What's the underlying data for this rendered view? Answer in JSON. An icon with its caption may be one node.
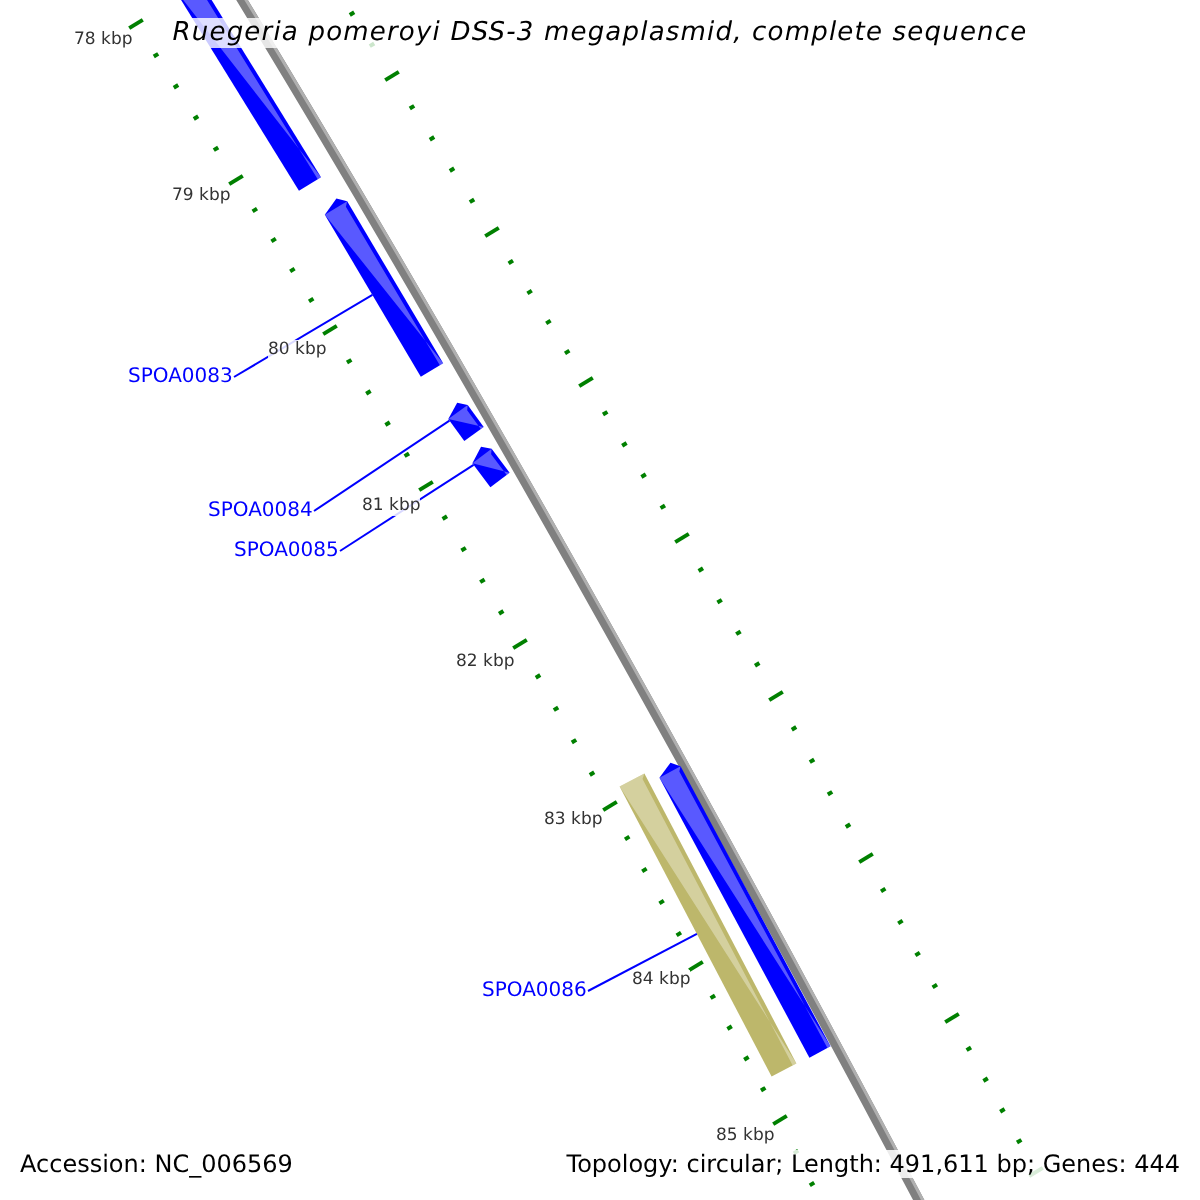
{
  "diagram": {
    "title": "Ruegeria pomeroyi DSS-3 megaplasmid, complete sequence",
    "nodes": [
      {
        "text": [
          "SPOA0083"
        ]
      },
      {
        "text": [
          "SPOA0084"
        ]
      },
      {
        "text": [
          "SPOA0085"
        ]
      },
      {
        "text": [
          "SPOA0086"
        ]
      },
      {
        "text": [],
        "shape": "bar"
      },
      {
        "text": [],
        "shape": "bar"
      },
      {
        "text": [],
        "shape": "bar"
      },
      {
        "text": [],
        "shape": "bar"
      }
    ],
    "edges": [
      {
        "from": 0,
        "to": 4,
        "arrow": "none"
      },
      {
        "from": 1,
        "to": 5,
        "arrow": "none"
      },
      {
        "from": 2,
        "to": 6,
        "arrow": "none"
      },
      {
        "from": 3,
        "to": 7,
        "arrow": "none"
      }
    ],
    "labels": [
      "78 kbp",
      "79 kbp",
      "80 kbp",
      "81 kbp",
      "82 kbp",
      "83 kbp",
      "84 kbp",
      "85 kbp",
      "Accession: NC_006569",
      "Topology: circular; Length: 491,611 bp; Genes: 444"
    ]
  }
}
